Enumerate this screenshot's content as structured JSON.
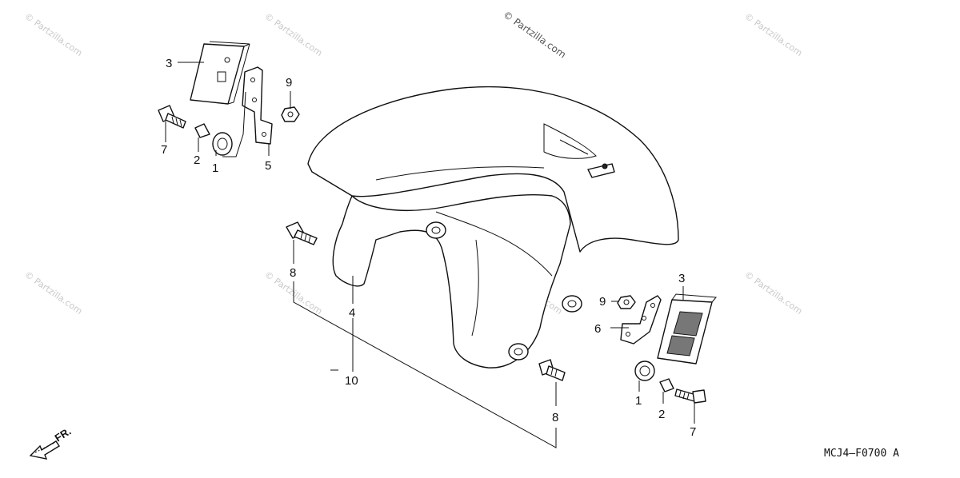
{
  "watermark": {
    "text": "© Partzilla.com",
    "featured_text": "© Partzilla.com"
  },
  "diagram_code": "MCJ4–F0700 A",
  "direction_label": "FR.",
  "callouts": {
    "c3_left": "3",
    "c9_left": "9",
    "c7_left": "7",
    "c2_left": "2",
    "c1_left": "1",
    "c5": "5",
    "c8_upper": "8",
    "c4": "4",
    "c10": "10",
    "c3_right": "3",
    "c9_right": "9",
    "c6": "6",
    "c1_right": "1",
    "c2_right": "2",
    "c7_right": "7",
    "c8_lower": "8"
  }
}
